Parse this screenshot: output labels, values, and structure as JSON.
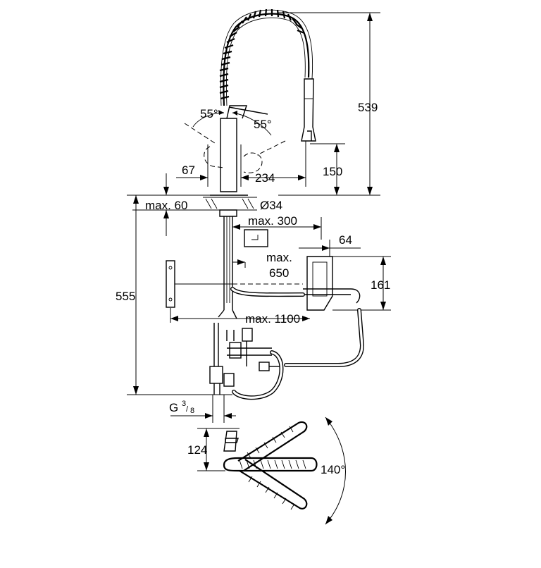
{
  "dimensions": {
    "height_total": "539",
    "angle_left": "55°",
    "angle_right": "55°",
    "lever_offset": "67",
    "reach": "234",
    "spray_height": "150",
    "max_deck": "max. 60",
    "hole_diameter": "Ø34",
    "max_300": "max. 300",
    "dim_64": "64",
    "max_650_line1": "max.",
    "max_650_line2": "650",
    "dim_161": "161",
    "dim_555": "555",
    "max_1100": "max. 1100",
    "thread_G": "G",
    "thread_num": "3",
    "thread_den": "8",
    "dim_124": "124",
    "swivel_angle": "140°"
  }
}
